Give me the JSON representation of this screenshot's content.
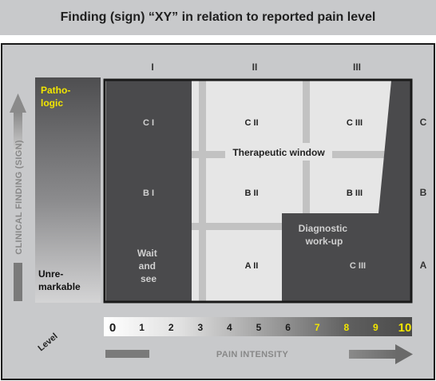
{
  "title": "Finding (sign) “XY” in relation to reported pain level",
  "columns": [
    "I",
    "II",
    "III"
  ],
  "rows": [
    "C",
    "B",
    "A"
  ],
  "cells": {
    "c1": "C I",
    "c2": "C II",
    "c3": "C III",
    "b1": "B I",
    "b2": "B II",
    "b3": "B III",
    "a2": "A II",
    "a3": "C III"
  },
  "regions": {
    "wait_and_see": [
      "Wait",
      "and",
      "see"
    ],
    "therapeutic_window": "Therapeutic window",
    "diagnostic_workup": [
      "Diagnostic",
      "work-up"
    ]
  },
  "y_axis": {
    "label": "CLINICAL FINDING (SIGN)",
    "top": [
      "Patho-",
      "logic"
    ],
    "bottom": [
      "Unre-",
      "markable"
    ]
  },
  "x_axis": {
    "label": "PAIN INTENSITY",
    "level_label": "Level",
    "levels": [
      "0",
      "1",
      "2",
      "3",
      "4",
      "5",
      "6",
      "7",
      "8",
      "9",
      "10"
    ]
  },
  "colors": {
    "background": "#c8c9cb",
    "dark_region": "#4a4a4c",
    "light_cell": "#e6e6e6",
    "grid_bar": "#c2c2c2",
    "highlight": "#f2e600",
    "axis_text": "#707070"
  }
}
